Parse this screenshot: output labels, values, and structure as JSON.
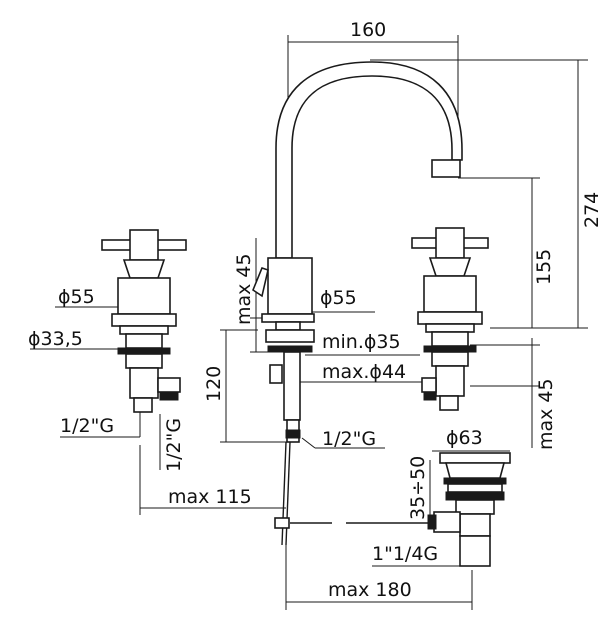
{
  "dimensions": {
    "top_width": "160",
    "total_height": "274",
    "spout_height": "155",
    "max45_left": "max 45",
    "dia55_left": "ϕ55",
    "dia55_center": "ϕ55",
    "dia33_5": "ϕ33,5",
    "min35": "min.ϕ35",
    "max44": "max.ϕ44",
    "max45_right": "max 45",
    "h120": "120",
    "g12_left": "1/2\"G",
    "g12_left_vert": "1/2\"G",
    "g12_center": "1/2\"G",
    "dia63": "ϕ63",
    "range35_50": "35÷50",
    "max115": "max 115",
    "g114": "1\"1/4G",
    "max180": "max 180"
  },
  "colors": {
    "line": "#1a1a1a",
    "background": "#ffffff"
  }
}
